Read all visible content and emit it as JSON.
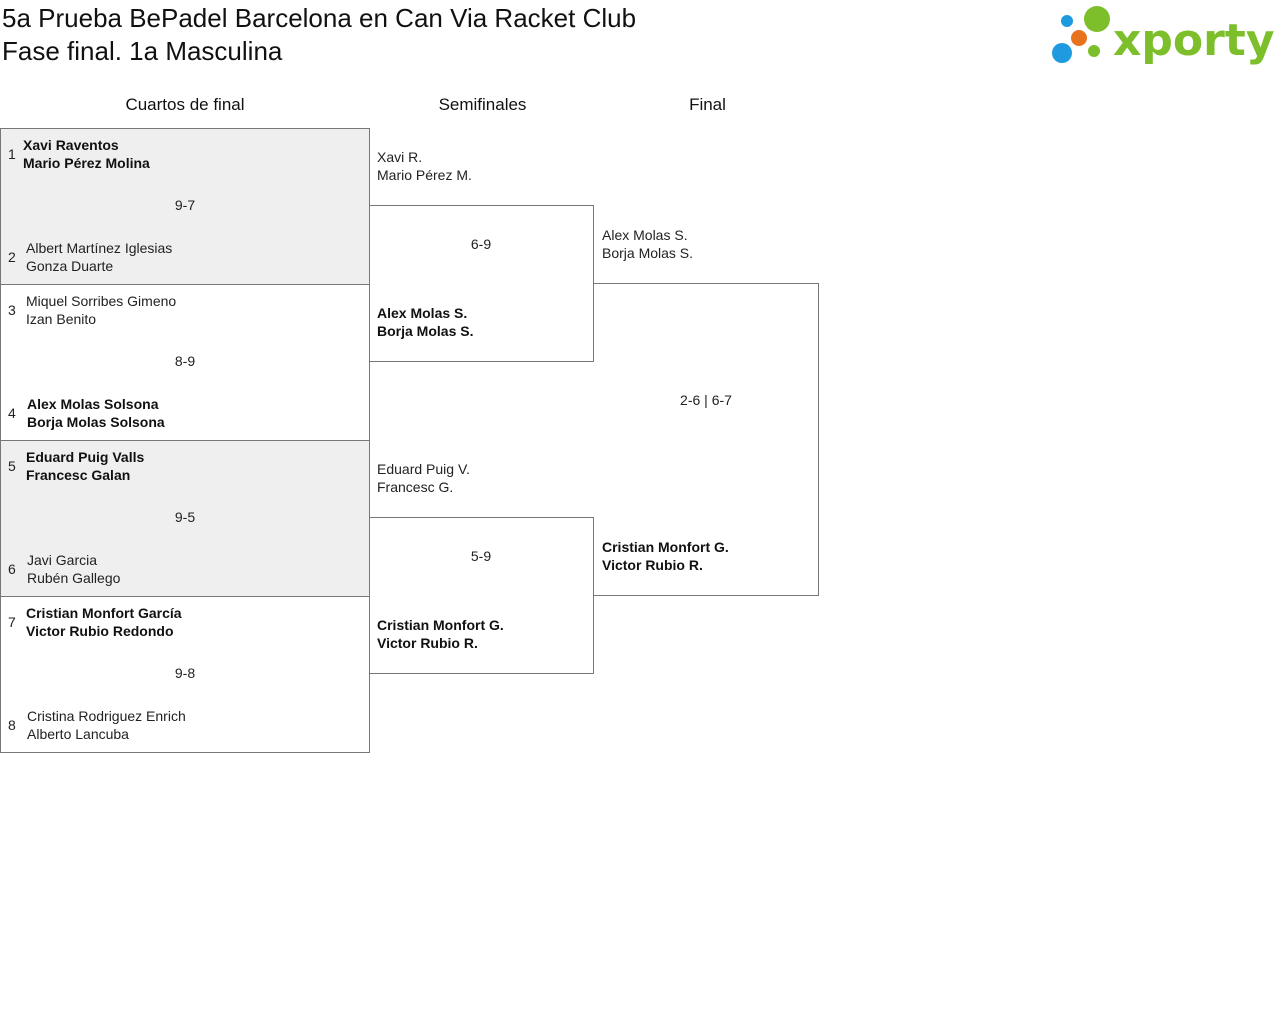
{
  "header": {
    "title_line1": "5a Prueba BePadel Barcelona en Can Via Racket Club",
    "title_line2": "Fase final. 1a Masculina",
    "logo_text": "xporty",
    "logo_colors": {
      "text": "#7cbf2a",
      "dot_blue": "#1e9be0",
      "dot_orange": "#e8731e",
      "dot_green": "#7cbf2a"
    }
  },
  "columns": {
    "quarterfinals": "Cuartos de final",
    "semifinals": "Semifinales",
    "final": "Final"
  },
  "quarterfinals": [
    {
      "score": "9-7",
      "top": {
        "seed": "1",
        "player1": "Xavi Raventos",
        "player2": "Mario Pérez Molina"
      },
      "bottom": {
        "seed": "2",
        "player1": "Albert Martínez Iglesias",
        "player2": "Gonza Duarte"
      }
    },
    {
      "score": "8-9",
      "top": {
        "seed": "3",
        "player1": "Miquel Sorribes Gimeno",
        "player2": "Izan Benito"
      },
      "bottom": {
        "seed": "4",
        "player1": "Alex Molas Solsona",
        "player2": "Borja Molas Solsona"
      }
    },
    {
      "score": "9-5",
      "top": {
        "seed": "5",
        "player1": "Eduard Puig Valls",
        "player2": "Francesc Galan"
      },
      "bottom": {
        "seed": "6",
        "player1": "Javi Garcia",
        "player2": "Rubén Gallego"
      }
    },
    {
      "score": "9-8",
      "top": {
        "seed": "7",
        "player1": "Cristian Monfort García",
        "player2": "Victor Rubio Redondo"
      },
      "bottom": {
        "seed": "8",
        "player1": "Cristina Rodriguez Enrich",
        "player2": "Alberto Lancuba"
      }
    }
  ],
  "semifinals": [
    {
      "score": "6-9",
      "top": {
        "player1": "Xavi R.",
        "player2": "Mario Pérez M."
      },
      "bottom": {
        "player1": "Alex Molas S.",
        "player2": "Borja Molas S."
      }
    },
    {
      "score": "5-9",
      "top": {
        "player1": "Eduard Puig V.",
        "player2": "Francesc G."
      },
      "bottom": {
        "player1": "Cristian Monfort G.",
        "player2": "Victor Rubio R."
      }
    }
  ],
  "final": {
    "score": "2-6 | 6-7",
    "top": {
      "player1": "Alex Molas S.",
      "player2": "Borja Molas S."
    },
    "bottom": {
      "player1": "Cristian Monfort G.",
      "player2": "Victor Rubio R."
    }
  }
}
